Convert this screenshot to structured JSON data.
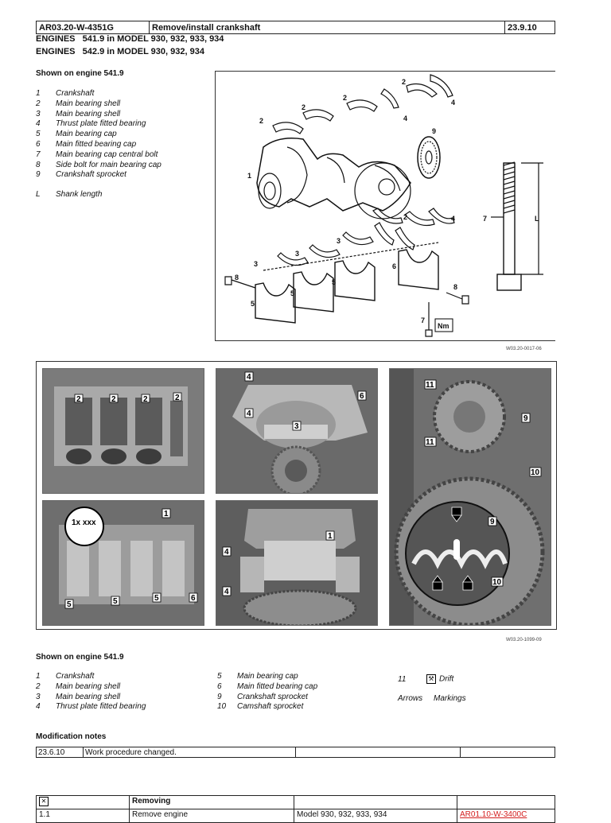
{
  "header": {
    "doc_id": "AR03.20-W-4351G",
    "title": "Remove/install crankshaft",
    "date": "23.9.10"
  },
  "engines": [
    "ENGINES   541.9 in MODEL 930, 932, 933, 934",
    "ENGINES   542.9 in MODEL 930, 932, 934"
  ],
  "section1": {
    "heading": "Shown on engine 541.9",
    "legend": [
      {
        "n": "1",
        "t": "Crankshaft"
      },
      {
        "n": "2",
        "t": "Main bearing shell"
      },
      {
        "n": "3",
        "t": "Main bearing shell"
      },
      {
        "n": "4",
        "t": "Thrust plate fitted bearing"
      },
      {
        "n": "5",
        "t": "Main bearing cap"
      },
      {
        "n": "6",
        "t": "Main fitted bearing cap"
      },
      {
        "n": "7",
        "t": "Main bearing cap central bolt"
      },
      {
        "n": "8",
        "t": "Side bolt for main bearing cap"
      },
      {
        "n": "9",
        "t": "Crankshaft sprocket"
      }
    ],
    "legend_extra": {
      "n": "L",
      "t": "Shank length"
    },
    "figure_code": "W03.20-0017-06",
    "nm_label": "Nm",
    "callouts": [
      "1",
      "2",
      "3",
      "4",
      "5",
      "6",
      "7",
      "8",
      "9",
      "L"
    ]
  },
  "photos": {
    "figure_code": "W03.20-1099-09",
    "marking_label": "1x xxx"
  },
  "section2": {
    "heading": "Shown on engine 541.9",
    "legend_col1": [
      {
        "n": "1",
        "t": "Crankshaft"
      },
      {
        "n": "2",
        "t": "Main bearing shell"
      },
      {
        "n": "3",
        "t": "Main bearing shell"
      },
      {
        "n": "4",
        "t": "Thrust plate fitted bearing"
      }
    ],
    "legend_col2": [
      {
        "n": "5",
        "t": "Main bearing cap"
      },
      {
        "n": "6",
        "t": "Main fitted bearing cap"
      },
      {
        "n": "9",
        "t": "Crankshaft sprocket"
      },
      {
        "n": "10",
        "t": "Camshaft sprocket"
      }
    ],
    "legend_col3": [
      {
        "n": "11",
        "t": "Drift"
      },
      {
        "n": "Arrows",
        "t": "Markings"
      }
    ]
  },
  "modification": {
    "heading": "Modification notes",
    "rows": [
      {
        "date": "23.6.10",
        "note": "Work procedure changed.",
        "c3": "",
        "c4": ""
      }
    ]
  },
  "removing": {
    "heading": "Removing",
    "rows": [
      {
        "step": "1.1",
        "action": "Remove engine",
        "model": "Model 930, 932, 933, 934",
        "ref": "AR01.10-W-3400C"
      }
    ],
    "ref_color": "#d42020"
  }
}
